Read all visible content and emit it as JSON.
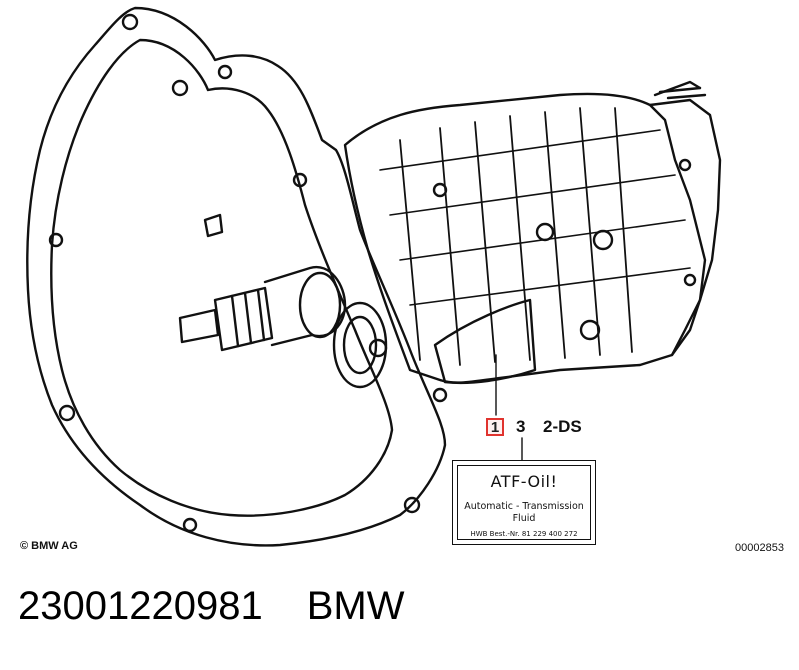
{
  "diagram": {
    "callouts": [
      {
        "number": "1",
        "highlighted": true,
        "highlight_color": "#e0332e"
      },
      {
        "number": "3"
      },
      {
        "number": "2-DS"
      }
    ],
    "label_card": {
      "title": "ATF-Oil!",
      "line1": "Automatic - Transmission",
      "line2": "Fluid",
      "part_ref": "HWB Best.-Nr. 81 229 400 272"
    },
    "copyright": "© BMW AG",
    "reference_code": "00002853"
  },
  "footer": {
    "part_number": "23001220981",
    "brand": "BMW"
  }
}
